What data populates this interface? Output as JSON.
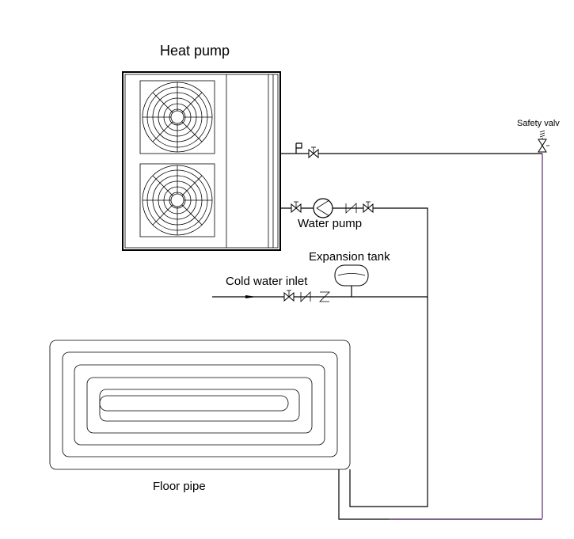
{
  "labels": {
    "heat_pump": "Heat pump",
    "safety_valve": "Safety valv",
    "water_pump": "Water pump",
    "expansion_tank": "Expansion tank",
    "cold_water_inlet": "Cold water inlet",
    "floor_pipe": "Floor pipe"
  },
  "colors": {
    "line": "#000000",
    "return_pipe": "#5a2a6e",
    "background": "#ffffff"
  },
  "icons": {
    "heat_pump": "heat-pump-unit-icon",
    "fan": "fan-grille-icon",
    "valve": "gate-valve-icon",
    "pump": "circulation-pump-icon",
    "check_valve": "check-valve-icon",
    "pressure_gauge": "pressure-gauge-icon",
    "safety_valve": "safety-valve-icon",
    "expansion_tank": "expansion-tank-icon",
    "flow_arrow": "flow-arrow-icon",
    "floor_coil": "floor-heating-coil-icon"
  }
}
